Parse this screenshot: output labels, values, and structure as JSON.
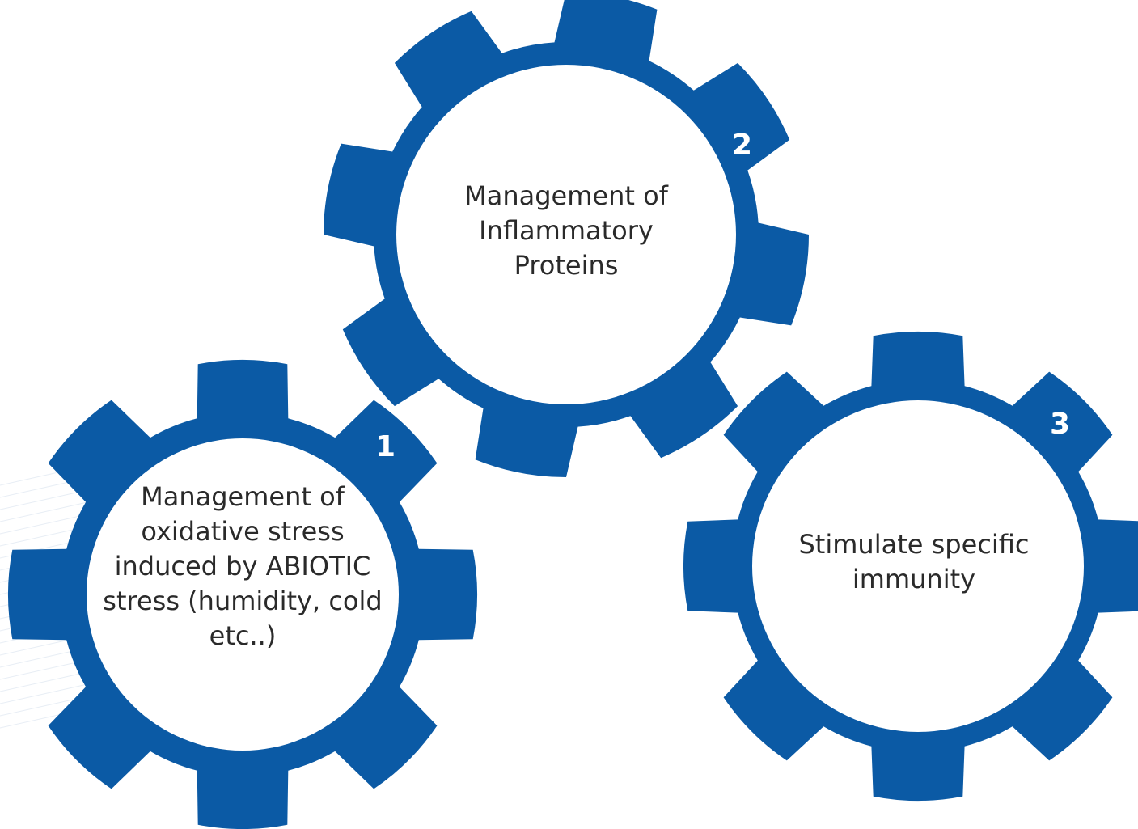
{
  "diagram": {
    "gear_color": "#0b5aa5",
    "inner_color": "#ffffff",
    "background_color": "#ffffff",
    "gears": [
      {
        "number": "1",
        "label": "Management of oxidative stress induced by ABIOTIC stress (humidity, cold etc..)"
      },
      {
        "number": "2",
        "label": "Management of Inflammatory Proteins"
      },
      {
        "number": "3",
        "label": "Stimulate specific immunity"
      }
    ]
  }
}
